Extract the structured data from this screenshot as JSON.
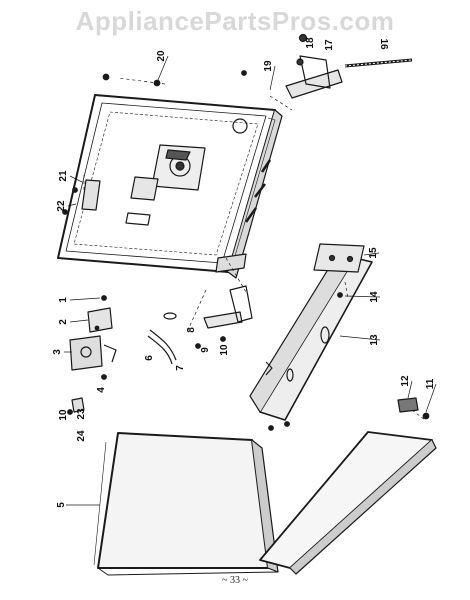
{
  "watermark": "AppliancePartsPros.com",
  "page_number": "~ 33 ~",
  "callouts": [
    "1",
    "2",
    "3",
    "4",
    "5",
    "6",
    "7",
    "8",
    "9",
    "10",
    "10",
    "11",
    "12",
    "13",
    "14",
    "15",
    "16",
    "17",
    "18",
    "19",
    "20",
    "21",
    "22",
    "23",
    "24"
  ]
}
